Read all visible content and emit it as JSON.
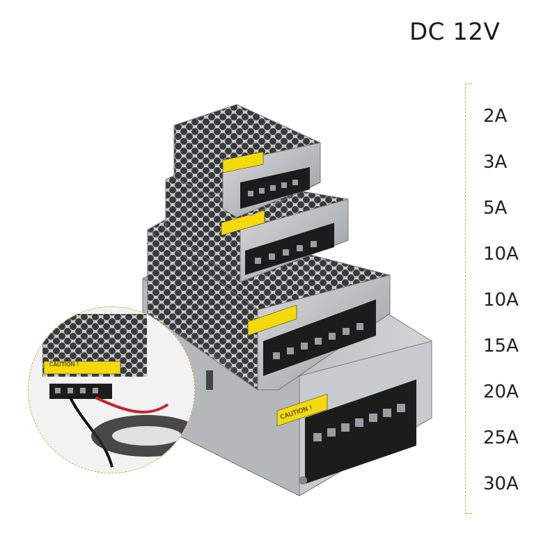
{
  "title": "DC 12V",
  "current_options": [
    "2A",
    "3A",
    "5A",
    "10A",
    "10A",
    "15A",
    "20A",
    "25A",
    "30A"
  ],
  "label_text": "CAUTION !",
  "colors": {
    "bracket": "#e0a23a",
    "label_yellow": "#f5d90a",
    "metal": "#b9bcc0",
    "terminal": "#1c1c1c"
  }
}
